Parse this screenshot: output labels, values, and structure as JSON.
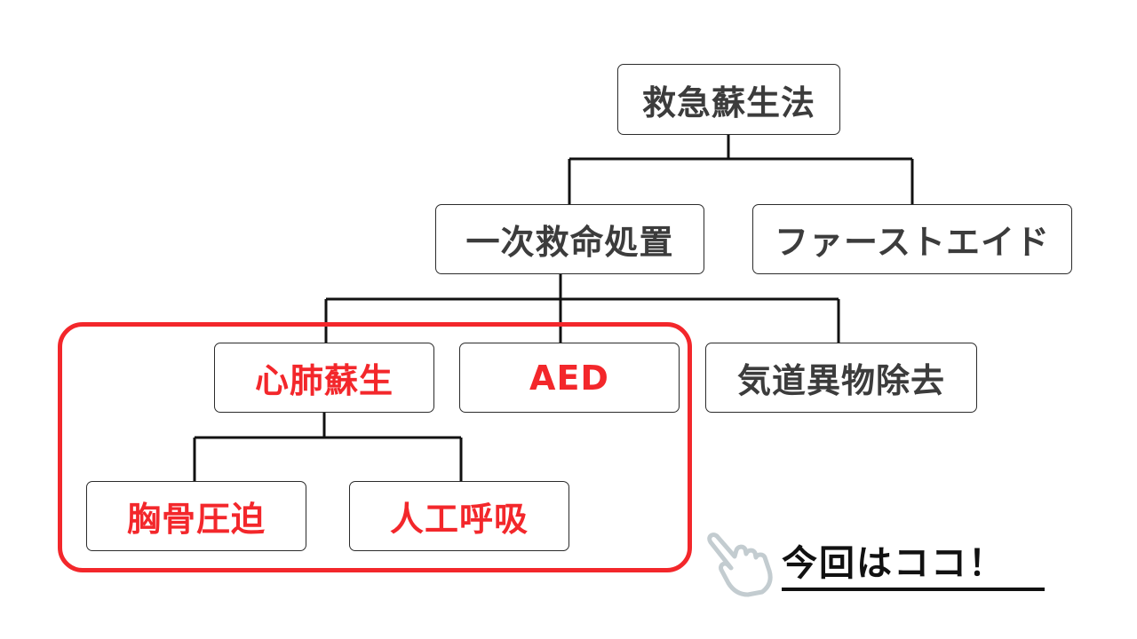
{
  "diagram": {
    "root": "救急蘇生法",
    "primary_care": "一次救命処置",
    "first_aid": "ファーストエイド",
    "cpr": "心肺蘇生",
    "aed": "AED",
    "airway_obstruction_removal": "気道異物除去",
    "chest_compression": "胸骨圧迫",
    "artificial_respiration": "人工呼吸"
  },
  "callout": {
    "text": "今回はココ！"
  },
  "colors": {
    "highlight": "#f3272b",
    "text_dark": "#3c3c3c",
    "border": "#2b2b2b",
    "hand_outline": "#c3ccd0"
  },
  "icons": {
    "pointer": "pointing-hand-icon"
  }
}
